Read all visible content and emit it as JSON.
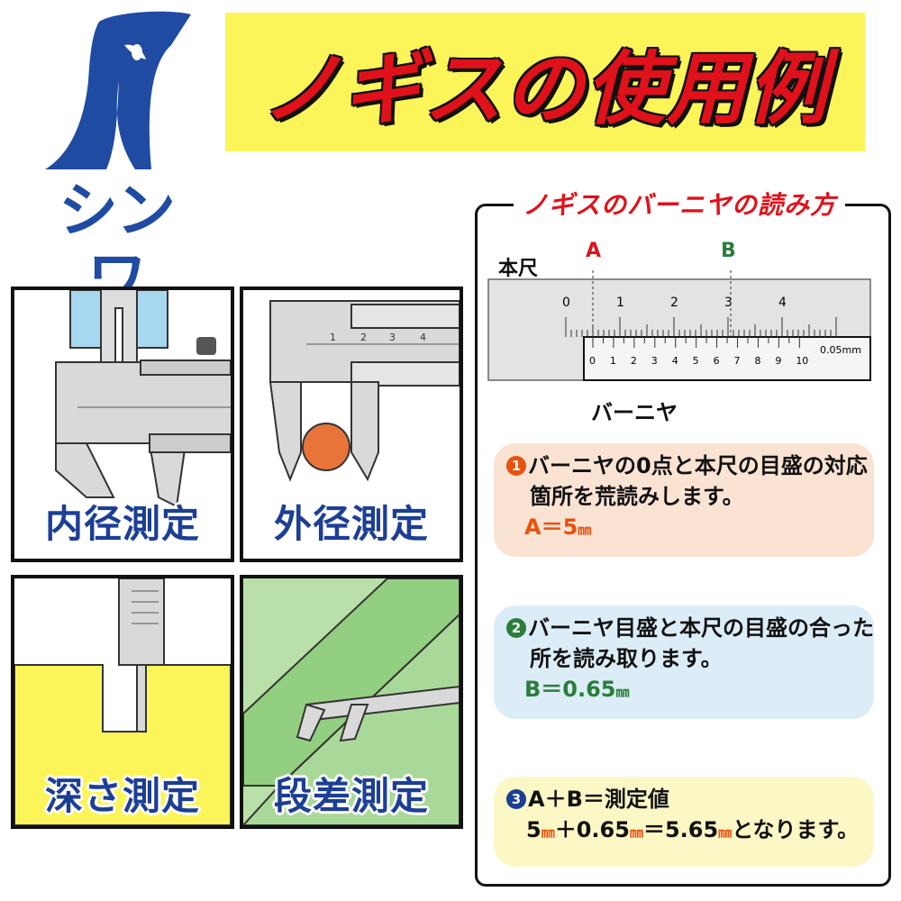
{
  "logo": {
    "text": "シンワ",
    "color": "#1f4ba3"
  },
  "banner": {
    "title": "ノギスの使用例",
    "bg": "#fbf55a",
    "color": "#e0111b"
  },
  "panels": [
    {
      "label": "内径測定"
    },
    {
      "label": "外径測定"
    },
    {
      "label": "深さ測定"
    },
    {
      "label": "段差測定"
    }
  ],
  "reading": {
    "title": "ノギスのバーニヤの読み方",
    "main_scale_label": "本尺",
    "vernier_label": "バーニヤ",
    "mark_a": "A",
    "mark_b": "B",
    "main_ticks": [
      "0",
      "1",
      "2",
      "3",
      "4"
    ],
    "vernier_ticks": [
      "0",
      "1",
      "2",
      "3",
      "4",
      "5",
      "6",
      "7",
      "8",
      "9",
      "10"
    ],
    "vernier_unit": "0.05mm",
    "steps": [
      {
        "num": "1",
        "lines": [
          "バーニヤの0点と本尺の目盛の対応",
          "箇所を荒読みします。"
        ],
        "answer_prefix": "A＝5",
        "answer_unit": "㎜",
        "color": "#e8520f"
      },
      {
        "num": "2",
        "lines": [
          "バーニヤ目盛と本尺の目盛の合った",
          "所を読み取ります。"
        ],
        "answer_prefix": "B＝0.65",
        "answer_unit": "㎜",
        "color": "#2a7d3a"
      },
      {
        "num": "3",
        "line1": "A＋B＝測定値",
        "eq_a": "5",
        "eq_plus": "＋0.65",
        "eq_eq": "＝5.65",
        "eq_end": "となります。",
        "unit": "㎜"
      }
    ]
  }
}
